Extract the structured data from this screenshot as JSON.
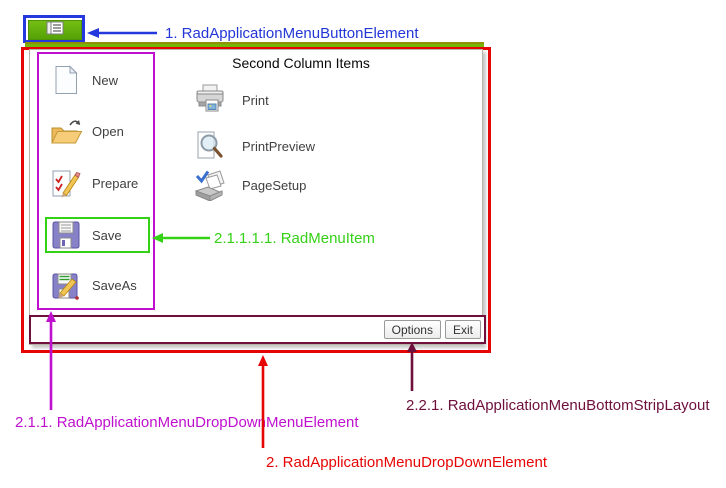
{
  "annotations": {
    "button": {
      "label": "1. RadApplicationMenuButtonElement",
      "color": "#2336d6"
    },
    "menu_item": {
      "label": "2.1.1.1.1. RadMenuItem",
      "color": "#35d117"
    },
    "dropdown_menu": {
      "label": "2.1.1. RadApplicationMenuDropDownMenuElement",
      "color": "#bf10cf"
    },
    "bottom_strip": {
      "label": "2.2.1. RadApplicationMenuBottomStripLayout",
      "color": "#6e0f3c"
    },
    "dropdown": {
      "label": "2. RadApplicationMenuDropDownElement",
      "color": "#e60505"
    }
  },
  "app_menu": {
    "button": {
      "icon": "application-menu-icon",
      "fill_color": "#5fae0a",
      "border_color": "#2438dd"
    },
    "left_items": [
      {
        "label": "New",
        "icon": "new-document-icon"
      },
      {
        "label": "Open",
        "icon": "open-folder-icon"
      },
      {
        "label": "Prepare",
        "icon": "prepare-icon"
      },
      {
        "label": "Save",
        "icon": "save-icon"
      },
      {
        "label": "SaveAs",
        "icon": "save-as-icon"
      }
    ],
    "second_column": {
      "header": "Second Column Items",
      "items": [
        {
          "label": "Print",
          "icon": "print-icon"
        },
        {
          "label": "PrintPreview",
          "icon": "print-preview-icon"
        },
        {
          "label": "PageSetup",
          "icon": "page-setup-icon"
        }
      ]
    },
    "bottom_strip": {
      "buttons": [
        {
          "label": "Options"
        },
        {
          "label": "Exit"
        }
      ]
    }
  }
}
